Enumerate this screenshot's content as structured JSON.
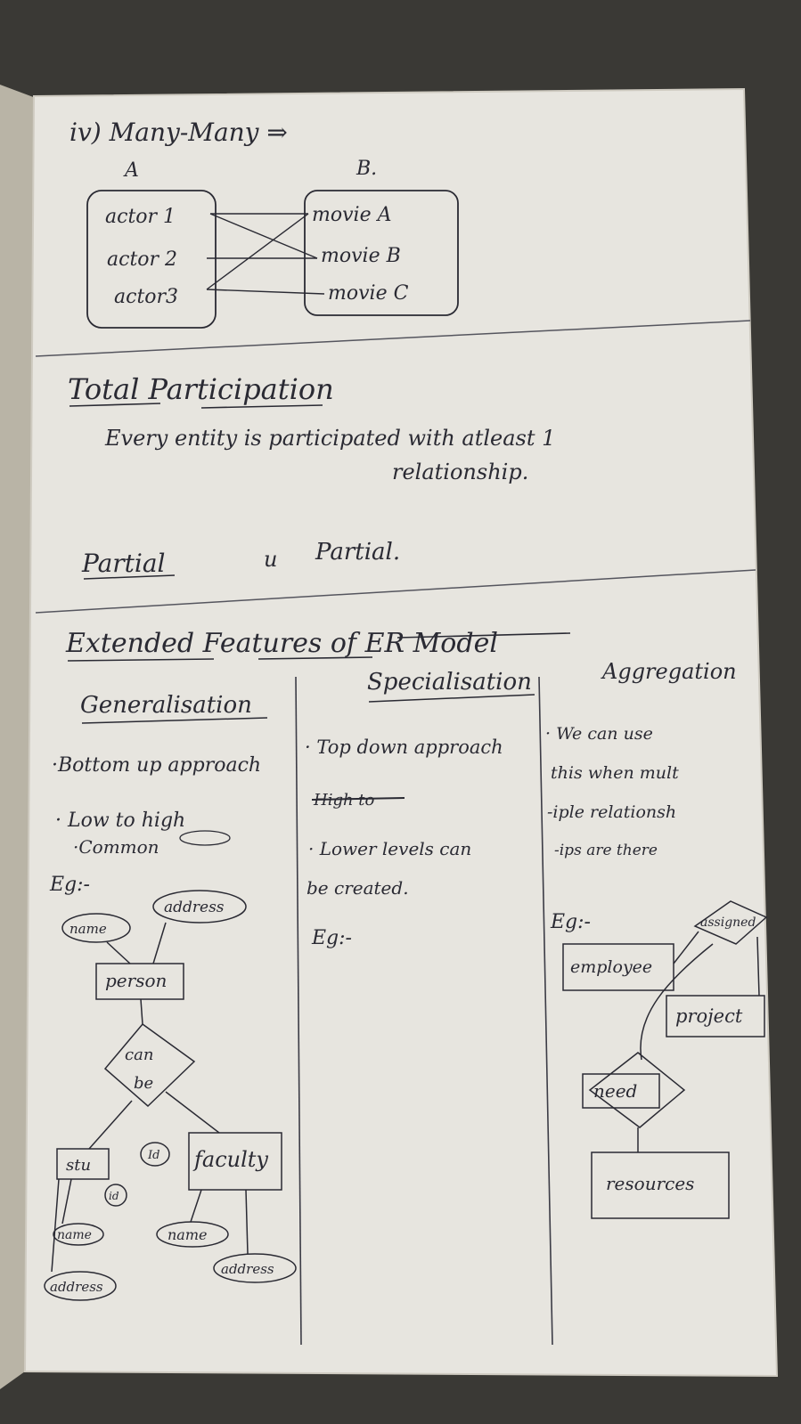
{
  "section1": {
    "heading": "iv) Many-Many ⇒",
    "label_a": "A",
    "label_b": "B.",
    "set_a": [
      "actor 1",
      "actor 2",
      "actor3"
    ],
    "set_b": [
      "movie A",
      "movie B",
      "movie C"
    ]
  },
  "section2": {
    "heading": "Total Participation",
    "line1": "Every entity is participated with atleast 1",
    "line2": "relationship.",
    "partial_label": "Partial",
    "ditto": "u",
    "partial_value": "Partial."
  },
  "section3": {
    "heading": "Extended Features of ER Model",
    "generalization": {
      "heading": "Generalisation",
      "points": [
        "·Bottom up approach",
        "· Low to high",
        "·Common"
      ],
      "eg": "Eg:-",
      "diagram": {
        "name": "name",
        "address": "address",
        "person": "person",
        "can_be_1": "can",
        "can_be_2": "be",
        "stu": "stu",
        "id1": "id",
        "id2": "Id",
        "faculty": "faculty",
        "name2": "name",
        "name3": "name",
        "address2": "address",
        "address3": "address"
      }
    },
    "specialization": {
      "heading": "Specialisation",
      "points": [
        "· Top down approach",
        "High to",
        "· Lower levels can",
        "be created."
      ],
      "eg": "Eg:-"
    },
    "aggregation": {
      "heading": "Aggregation",
      "points": [
        "· We can use",
        "this when mult",
        "-iple relationsh",
        "-ips are there"
      ],
      "eg": "Eg:-",
      "diagram": {
        "employee": "employee",
        "assigned": "assigned",
        "project": "project",
        "need": "need",
        "resources": "resources"
      }
    }
  }
}
